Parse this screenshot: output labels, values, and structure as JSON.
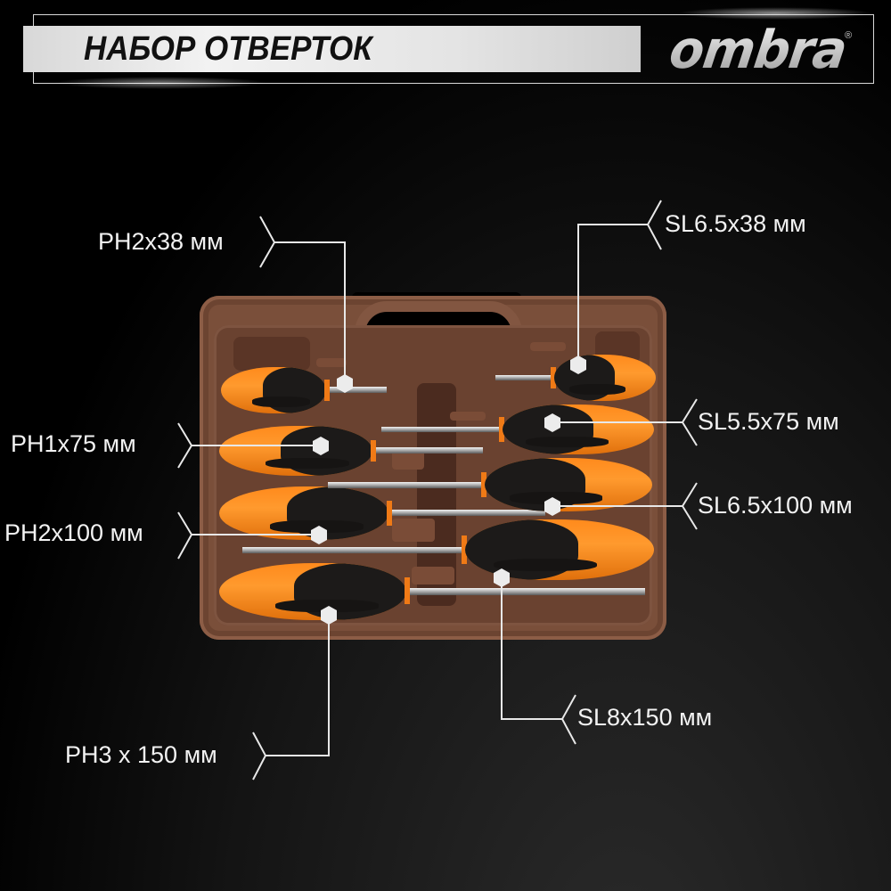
{
  "header": {
    "title": "НАБОР ОТВЕРТОК",
    "brand": "ombra",
    "registered_mark": "®"
  },
  "product": {
    "case_color": "#7a4f3a",
    "handle_color_primary": "#ff8a1c",
    "handle_color_secondary": "#1c1a19"
  },
  "callouts": [
    {
      "id": "ph2x38",
      "label": "PH2x38 мм",
      "side": "left"
    },
    {
      "id": "ph1x75",
      "label": "PH1x75 мм",
      "side": "left"
    },
    {
      "id": "ph2x100",
      "label": "PH2x100 мм",
      "side": "left"
    },
    {
      "id": "ph3x150",
      "label": "PH3 x 150 мм",
      "side": "left"
    },
    {
      "id": "sl65x38",
      "label": "SL6.5x38 мм",
      "side": "right"
    },
    {
      "id": "sl55x75",
      "label": "SL5.5x75 мм",
      "side": "right"
    },
    {
      "id": "sl65x100",
      "label": "SL6.5x100 мм",
      "side": "right"
    },
    {
      "id": "sl8x150",
      "label": "SL8x150 мм",
      "side": "right"
    }
  ]
}
